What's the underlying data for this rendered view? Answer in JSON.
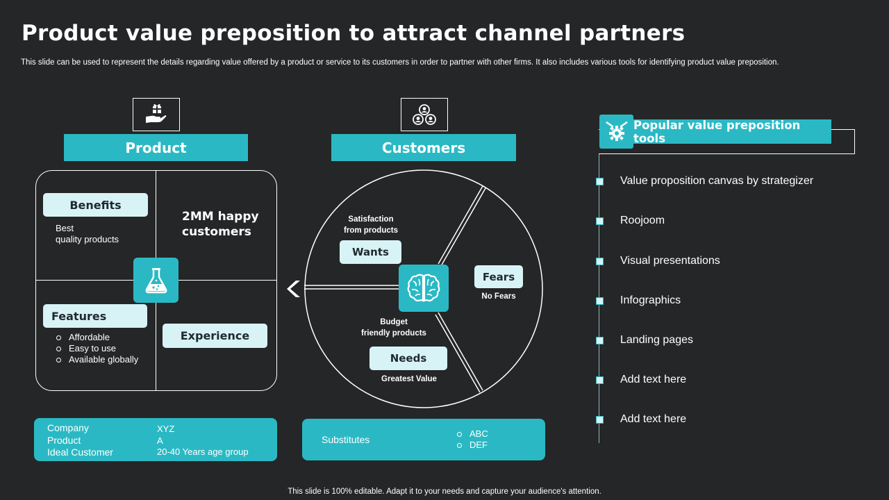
{
  "title": "Product value preposition to attract channel partners",
  "subtitle": "This slide can be used to represent the details regarding value offered by a product or service to its customers in order to partner with other firms. It also includes various tools for identifying product value preposition.",
  "footer": "This slide is 100% editable. Adapt it to your needs and capture your audience's attention.",
  "product": {
    "header": "Product",
    "icon": "gift-hand-icon",
    "center_icon": "flask-icon",
    "benefits_label": "Benefits",
    "benefits_text_1": "Best",
    "benefits_text_2": "quality products",
    "happy_1": "2MM happy",
    "happy_2": "customers",
    "features_label": "Features",
    "features": [
      "Affordable",
      "Easy to use",
      "Available globally"
    ],
    "experience_label": "Experience"
  },
  "customers": {
    "header": "Customers",
    "icon": "users-group-icon",
    "center_icon": "brain-icon",
    "wants_caption_1": "Satisfaction",
    "wants_caption_2": "from products",
    "wants_label": "Wants",
    "fears_label": "Fears",
    "fears_caption": "No Fears",
    "needs_caption_1": "Budget",
    "needs_caption_2": "friendly products",
    "needs_label": "Needs",
    "needs_caption_3": "Greatest Value"
  },
  "company_box": {
    "rows": [
      {
        "label": "Company",
        "value": "XYZ"
      },
      {
        "label": "Product",
        "value": "A"
      },
      {
        "label": "Ideal Customer",
        "value": "20-40 Years age group"
      }
    ]
  },
  "substitutes_box": {
    "label": "Substitutes",
    "items": [
      "ABC",
      "DEF"
    ]
  },
  "tools": {
    "header": "Popular value preposition tools",
    "icon": "gear-tools-icon",
    "items": [
      "Value proposition canvas by strategizer",
      "Roojoom",
      "Visual presentations",
      "Infographics",
      "Landing pages",
      "Add text here",
      "Add text here"
    ]
  },
  "colors": {
    "background": "#252627",
    "accent": "#2ab9c4",
    "light": "#d8f3f6"
  }
}
